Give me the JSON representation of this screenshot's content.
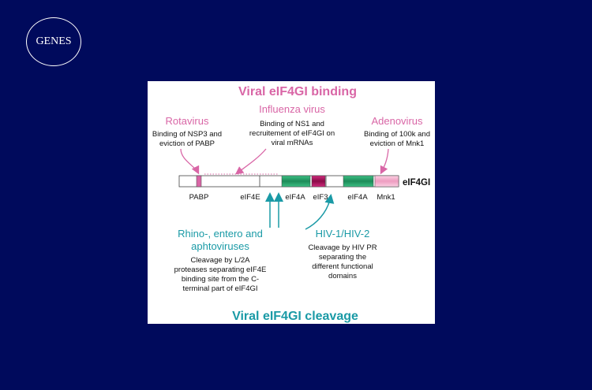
{
  "badge": {
    "label": "GENES"
  },
  "diagram": {
    "title_top": "Viral eIF4GI binding",
    "title_bottom": "Viral eIF4GI cleavage",
    "protein_label": "eIF4GI",
    "groups": {
      "rotavirus": {
        "name": "Rotavirus",
        "lines": [
          "Binding of NSP3 and",
          "eviction of PABP"
        ]
      },
      "influenza": {
        "name": "Influenza virus",
        "lines": [
          "Binding of NS1 and",
          "recruitement of eIF4GI on",
          "viral mRNAs"
        ]
      },
      "adenovirus": {
        "name": "Adenovirus",
        "lines": [
          "Binding of 100k and",
          "eviction of Mnk1"
        ]
      },
      "rhino": {
        "name_lines": [
          "Rhino-, entero and",
          "aphtoviruses"
        ],
        "lines": [
          "Cleavage by L/2A",
          "proteases separating eIF4E",
          "binding site from the C-",
          "terminal part of eIF4GI"
        ]
      },
      "hiv": {
        "name": "HIV-1/HIV-2",
        "lines": [
          "Cleavage by HIV PR",
          "separating the",
          "different functional",
          "domains"
        ]
      }
    },
    "domains": [
      "PABP",
      "eIF4E",
      "eIF4A",
      "eIF3",
      "eIF4A",
      "Mnk1"
    ],
    "colors": {
      "binding": "#d966a6",
      "cleavage": "#1a9aa6",
      "eIF4A": "#2aa06a",
      "eIF3": "#b0125e",
      "mnk1": "#f4b8d2",
      "pabp": "#d966a6"
    }
  }
}
